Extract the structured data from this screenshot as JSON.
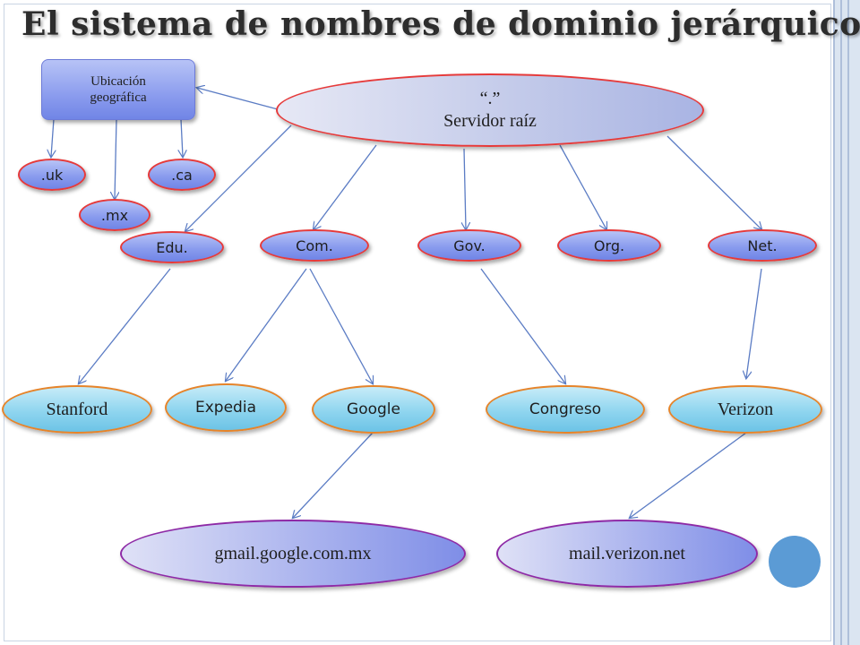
{
  "title": "El sistema de nombres de dominio jerárquico",
  "nodes": {
    "root": {
      "line1": "“.”",
      "line2": "Servidor raíz"
    },
    "geo": {
      "line1": "Ubicación",
      "line2": "geográfica"
    },
    "uk": ".uk",
    "mx": ".mx",
    "ca": ".ca",
    "edu": "Edu.",
    "com": "Com.",
    "gov": "Gov.",
    "org": "Org.",
    "net": "Net.",
    "stanford": "Stanford",
    "expedia": "Expedia",
    "google": "Google",
    "congreso": "Congreso",
    "verizon": "Verizon",
    "gmail": "gmail.google.com.mx",
    "mail_verizon": "mail.verizon.net"
  },
  "colors": {
    "connector": "#5b7cc4",
    "accent_circle": "#5b9bd5"
  }
}
